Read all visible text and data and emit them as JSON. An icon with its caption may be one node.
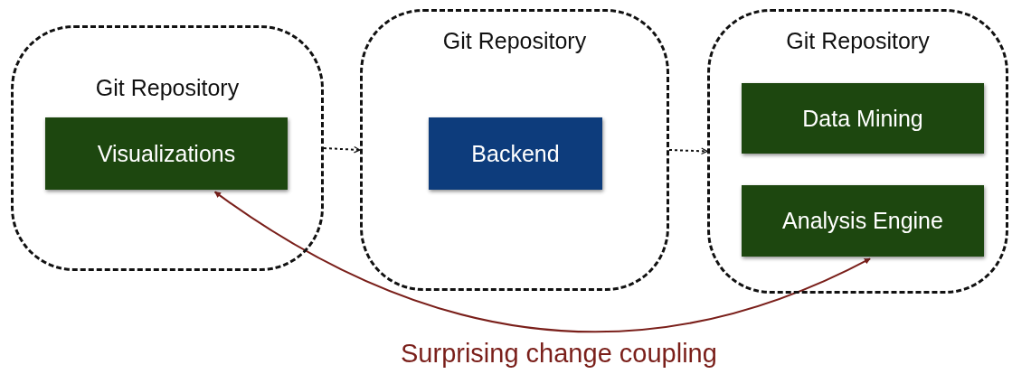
{
  "diagram": {
    "nodes": [
      {
        "text": [
          "Git Repository"
        ]
      },
      {
        "text": [
          "Visualizations"
        ],
        "in": 0
      },
      {
        "text": [
          "Git Repository"
        ]
      },
      {
        "text": [
          "Backend"
        ],
        "in": 2
      },
      {
        "text": [
          "Git Repository"
        ]
      },
      {
        "text": [
          "Data Mining"
        ],
        "in": 4
      },
      {
        "text": [
          "Analysis Engine"
        ],
        "in": 4
      }
    ],
    "edges": [
      {
        "from": 0,
        "to": 2,
        "arrow": "to",
        "style": "dashed"
      },
      {
        "from": 2,
        "to": 4,
        "arrow": "to",
        "style": "dashed"
      },
      {
        "from": 1,
        "to": 6,
        "arrow": "both",
        "color": "#7a1f1a",
        "label": "Surprising change coupling"
      }
    ]
  }
}
